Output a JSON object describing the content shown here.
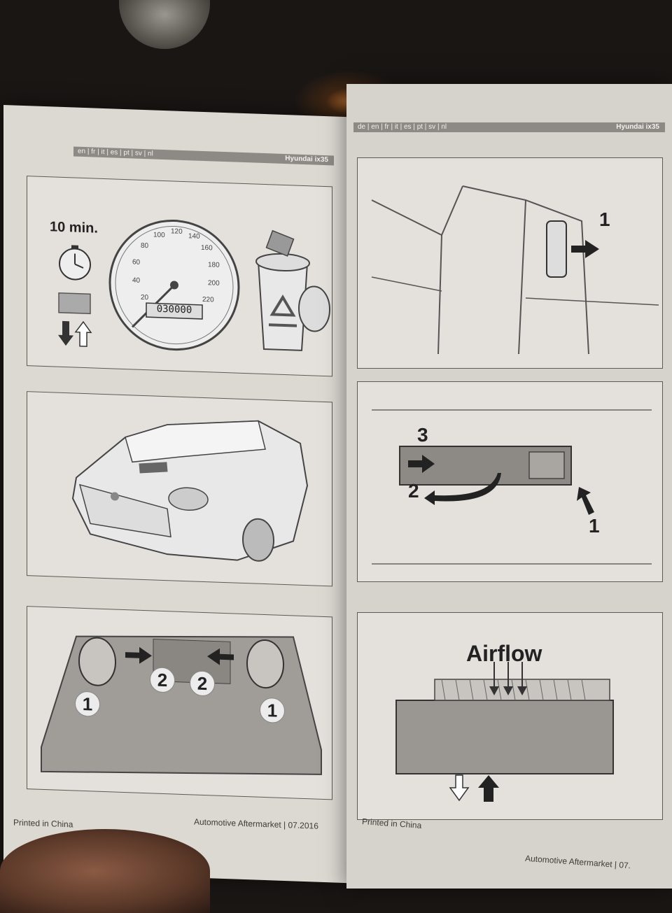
{
  "document": {
    "left_page": {
      "header_langs": "en | fr | it | es | pt | sv | nl",
      "header_model": "Hyundai ix35",
      "panel1": {
        "duration": "10 min.",
        "odometer": "030000",
        "speed_ticks": [
          "20",
          "40",
          "60",
          "80",
          "100",
          "120",
          "140",
          "160",
          "180",
          "200",
          "220"
        ]
      },
      "panel3": {
        "labels": [
          "1",
          "2",
          "2",
          "1"
        ]
      },
      "footer_left": "Printed in China",
      "footer_right": "Automotive Aftermarket | 07.2016"
    },
    "right_page": {
      "header_langs": "de | en | fr | it | es | pt | sv | nl",
      "header_model": "Hyundai ix35",
      "panel1": {
        "labels": [
          "1"
        ]
      },
      "panel2": {
        "labels": [
          "3",
          "2",
          "1"
        ]
      },
      "panel3": {
        "airflow_label": "Airflow"
      },
      "footer_left": "Printed in China",
      "footer_right": "Automotive Aftermarket | 07."
    }
  },
  "colors": {
    "paper": "#dcd8d2",
    "header": "#8d8a86",
    "ink": "#3a3835",
    "background": "#1a1614"
  }
}
